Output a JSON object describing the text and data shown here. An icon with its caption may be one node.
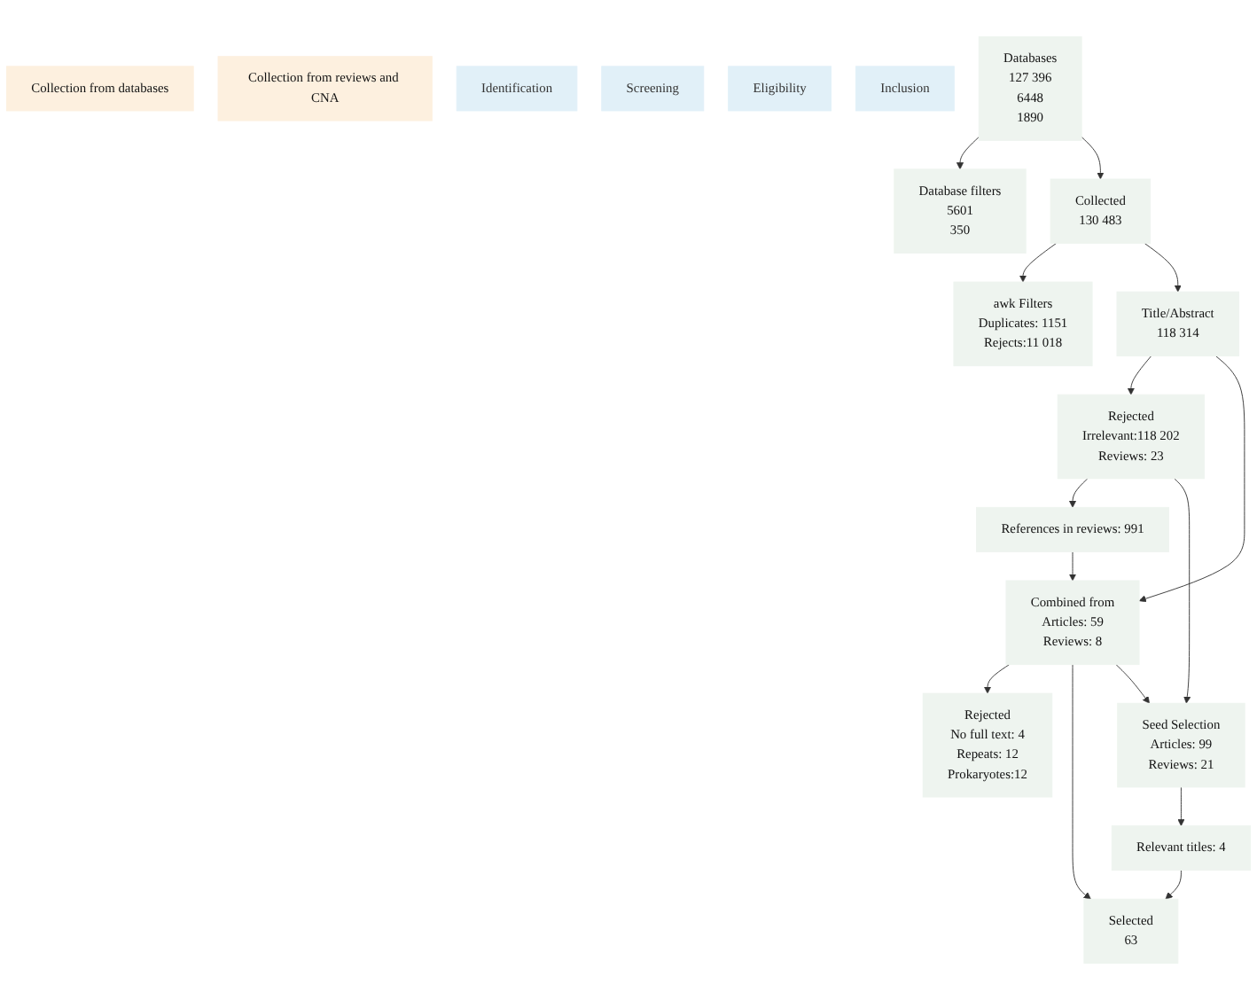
{
  "diagram": {
    "nodes": [
      {
        "text": [
          "Collection from databases"
        ]
      },
      {
        "text": [
          "Collection from reviews and CNA"
        ]
      },
      {
        "text": [
          "Identification"
        ]
      },
      {
        "text": [
          "Screening"
        ]
      },
      {
        "text": [
          "Eligibility"
        ]
      },
      {
        "text": [
          "Inclusion"
        ]
      },
      {
        "text": [
          "Databases",
          "127 396",
          "6448",
          "1890"
        ]
      },
      {
        "text": [
          "Database filters",
          "5601",
          "350"
        ]
      },
      {
        "text": [
          "References in reviews: 991"
        ]
      },
      {
        "text": [
          "Seed Selection",
          "Articles: 99",
          "Reviews: 21"
        ]
      },
      {
        "text": [
          "Collected",
          "130 483"
        ]
      },
      {
        "text": [
          "awk Filters",
          "Duplicates: 1151",
          "Rejects:11 018"
        ]
      },
      {
        "text": [
          "Title/Abstract",
          "118 314"
        ]
      },
      {
        "text": [
          "Rejected",
          "Irrelevant:118 202",
          "Reviews: 23"
        ]
      },
      {
        "text": [
          "Combined from",
          "Articles: 59",
          "Reviews: 8"
        ]
      },
      {
        "text": [
          "Rejected",
          "No full text: 4",
          "Repeats: 12",
          "Prokaryotes:12"
        ]
      },
      {
        "text": [
          "Relevant titles: 4"
        ]
      },
      {
        "text": [
          "Selected",
          "63"
        ]
      }
    ],
    "edges": [
      {
        "from": 6,
        "to": 7,
        "arrow": "to"
      },
      {
        "from": 6,
        "to": 10,
        "arrow": "to"
      },
      {
        "from": 10,
        "to": 11,
        "arrow": "to"
      },
      {
        "from": 10,
        "to": 12,
        "arrow": "to"
      },
      {
        "from": 12,
        "to": 13,
        "arrow": "to"
      },
      {
        "from": 13,
        "to": 8,
        "arrow": "to"
      },
      {
        "from": 13,
        "to": 9,
        "arrow": "to"
      },
      {
        "from": 8,
        "to": 14,
        "arrow": "to"
      },
      {
        "from": 12,
        "to": 14,
        "arrow": "to"
      },
      {
        "from": 9,
        "to": 16,
        "arrow": "to"
      },
      {
        "from": 14,
        "to": 15,
        "arrow": "to"
      },
      {
        "from": 14,
        "to": 17,
        "arrow": "to"
      },
      {
        "from": 14,
        "to": 9,
        "arrow": "to"
      },
      {
        "from": 16,
        "to": 17,
        "arrow": "to"
      }
    ]
  }
}
